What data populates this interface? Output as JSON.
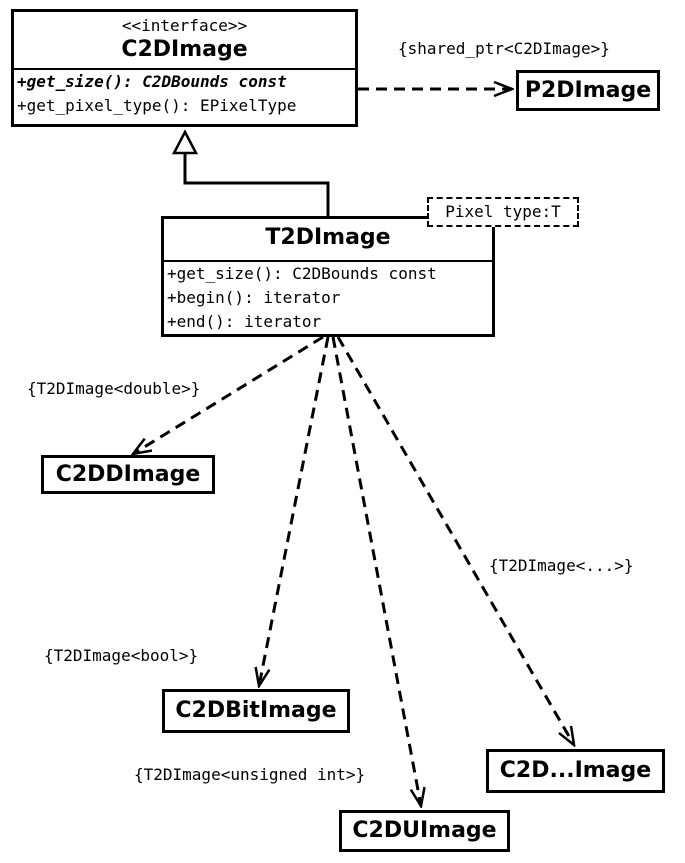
{
  "interface_class": {
    "stereotype": "<<interface>>",
    "name": "C2DImage",
    "methods": [
      "+get_size(): C2DBounds const",
      "+get_pixel_type(): EPixelType"
    ]
  },
  "pointer_class": {
    "name": "P2DImage",
    "relation_label": "{shared_ptr<C2DImage>}"
  },
  "template_class": {
    "name": "T2DImage",
    "template_param": "Pixel type:T",
    "methods": [
      "+get_size(): C2DBounds const",
      "+begin(): iterator",
      "+end(): iterator"
    ]
  },
  "specializations": [
    {
      "name": "C2DDImage",
      "binding": "{T2DImage<double>}"
    },
    {
      "name": "C2DBitImage",
      "binding": "{T2DImage<bool>}"
    },
    {
      "name": "C2DUImage",
      "binding": "{T2DImage<unsigned int>}"
    },
    {
      "name": "C2D...Image",
      "binding": "{T2DImage<...>}"
    }
  ]
}
